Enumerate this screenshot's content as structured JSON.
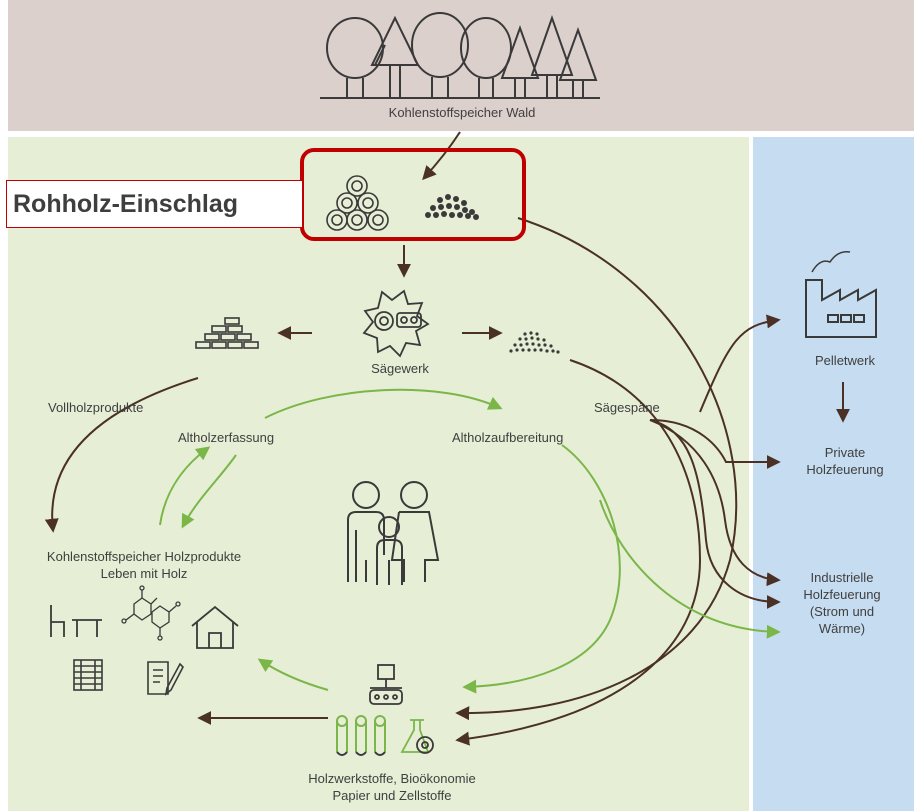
{
  "colors": {
    "forest_bg": "#dcd0cd",
    "product_bg": "#e6eed6",
    "energy_bg": "#c6dcf0",
    "brown_arrow": "#4a3025",
    "green_arrow": "#7ab648",
    "highlight": "#c00000"
  },
  "callout": {
    "text": "Rohholz-Einschlag"
  },
  "labels": {
    "forest": "Kohlenstoffspeicher Wald",
    "sawmill": "Sägewerk",
    "solid_wood": "Vollholzprodukte",
    "sawdust": "Sägespäne",
    "waste_collection": "Altholzerfassung",
    "waste_processing": "Altholzaufbereitung",
    "storage_line1": "Kohlenstoffspeicher Holzprodukte",
    "storage_line2": "Leben mit Holz",
    "materials_line1": "Holzwerkstoffe, Bioökonomie",
    "materials_line2": "Papier und Zellstoffe",
    "pellet": "Pelletwerk",
    "private_line1": "Private",
    "private_line2": "Holzfeuerung",
    "industrial_line1": "Industrielle",
    "industrial_line2": "Holzfeuerung",
    "industrial_line3": "(Strom und",
    "industrial_line4": "Wärme)"
  },
  "icons": [
    "tree-icon",
    "log-pile-icon",
    "wood-chips-icon",
    "saw-blade-icon",
    "lumber-stack-icon",
    "sawdust-pile-icon",
    "family-icon",
    "chair-table-icon",
    "molecule-icon",
    "house-icon",
    "pallet-icon",
    "document-icon",
    "conveyor-icon",
    "paper-roll-icon",
    "flask-gear-icon",
    "factory-icon"
  ]
}
